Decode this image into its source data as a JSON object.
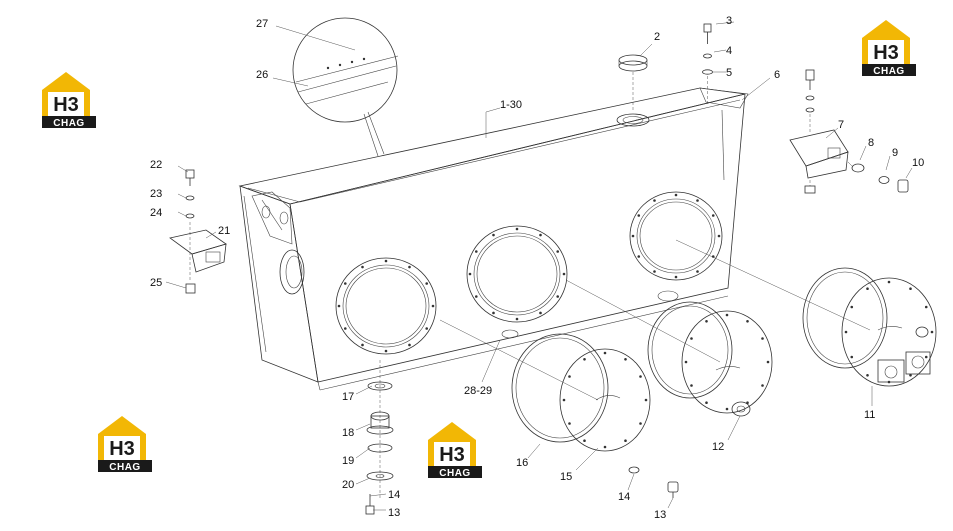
{
  "logo": {
    "mark": "H3",
    "caption": "CHAG",
    "brand_color": "#f2b705",
    "dark_color": "#1a1a1a"
  },
  "callouts": {
    "c2": "2",
    "c3": "3",
    "c4": "4",
    "c5": "5",
    "c6": "6",
    "c7": "7",
    "c8": "8",
    "c9": "9",
    "c10": "10",
    "c11": "11",
    "c12": "12",
    "c13a": "13",
    "c13b": "13",
    "c14a": "14",
    "c14b": "14",
    "c15": "15",
    "c16": "16",
    "c17": "17",
    "c18": "18",
    "c19": "19",
    "c20": "20",
    "c21": "21",
    "c22": "22",
    "c23": "23",
    "c24": "24",
    "c25": "25",
    "c26": "26",
    "c27": "27",
    "c1_30": "1-30",
    "c28_29": "28-29"
  }
}
